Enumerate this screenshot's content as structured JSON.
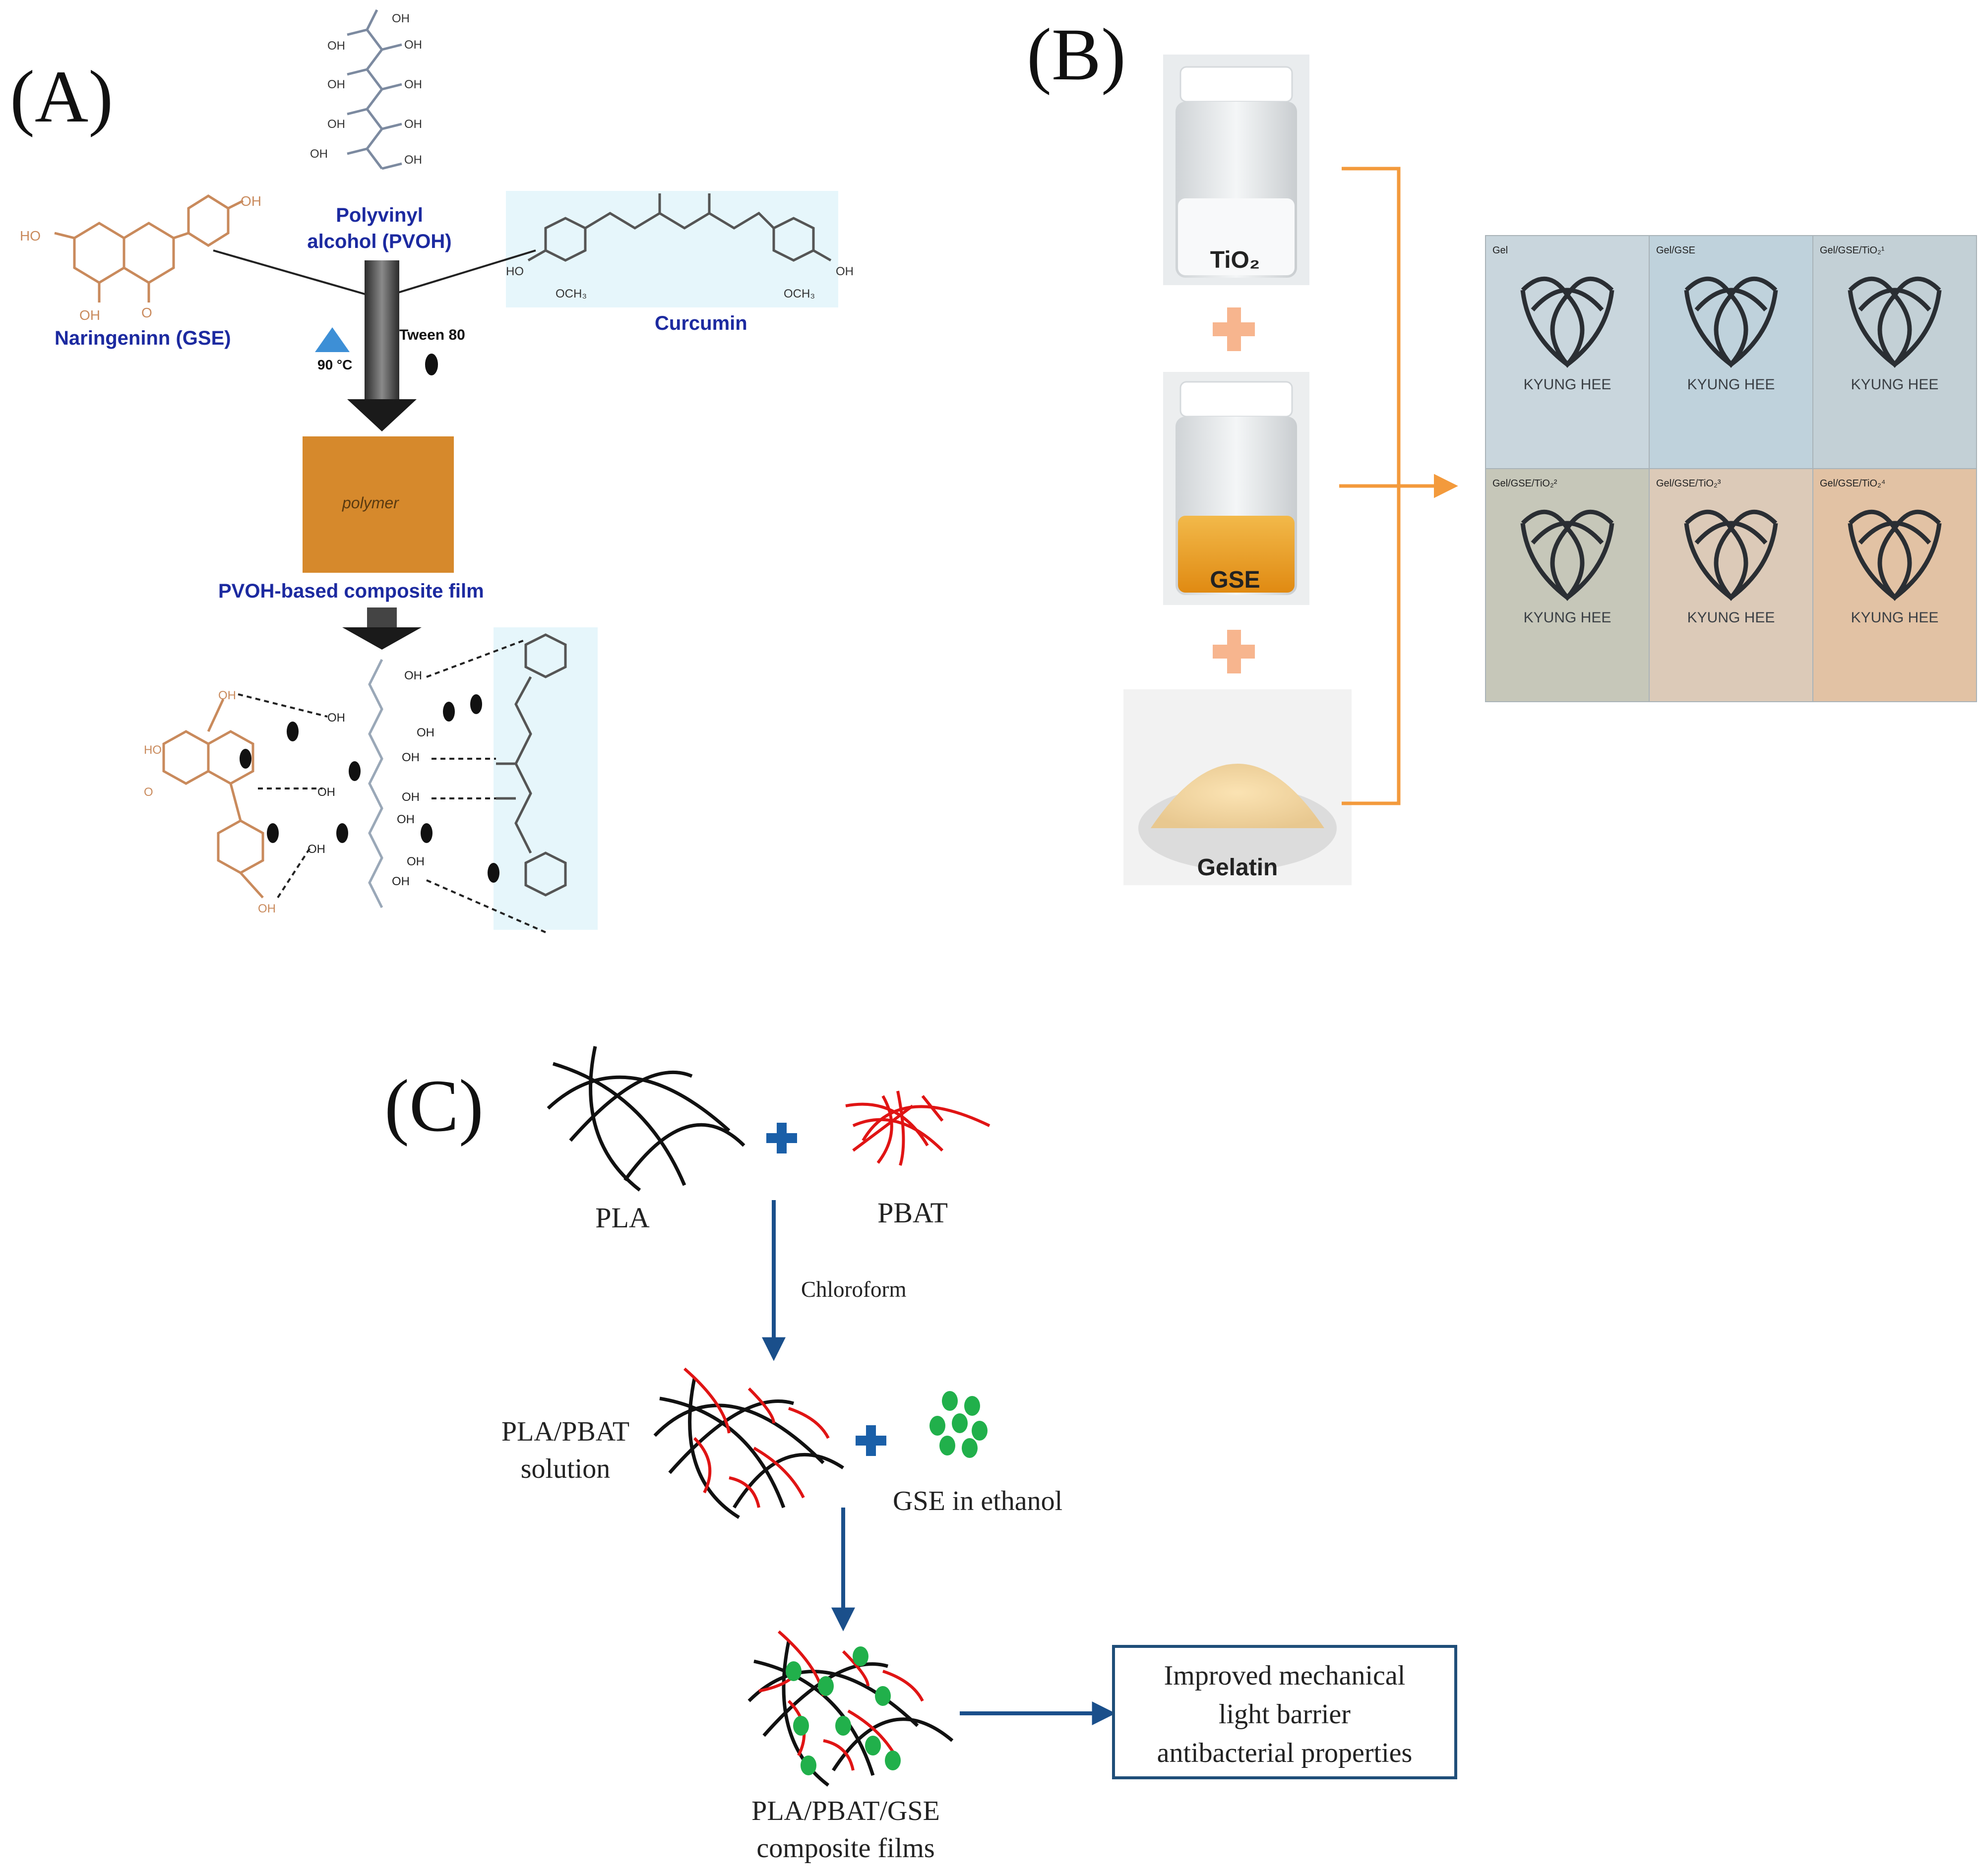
{
  "panel_a": {
    "label": "(A)",
    "pvoh_name": [
      "Polyvinyl",
      "alcohol (PVOH)"
    ],
    "naringenin_name": "Naringeninn (GSE)",
    "curcumin_name": "Curcumin",
    "temperature": "90 °C",
    "surfactant": "Tween 80",
    "film_handwriting": "polymer",
    "film_caption": "PVOH-based composite film",
    "oh": "OH",
    "och3": "OCH₃",
    "ho": "HO"
  },
  "panel_b": {
    "label": "(B)",
    "tio2": "TiO₂",
    "gse": "GSE",
    "gelatin": "Gelatin",
    "film_grid": [
      {
        "name": "Gel",
        "logo": "KYUNG HEE"
      },
      {
        "name": "Gel/GSE",
        "logo": "KYUNG HEE"
      },
      {
        "name": "Gel/GSE/TiO₂¹",
        "logo": "KYUNG HEE"
      },
      {
        "name": "Gel/GSE/TiO₂²",
        "logo": "KYUNG HEE"
      },
      {
        "name": "Gel/GSE/TiO₂³",
        "logo": "KYUNG HEE"
      },
      {
        "name": "Gel/GSE/TiO₂⁴",
        "logo": "KYUNG HEE"
      }
    ]
  },
  "panel_c": {
    "label": "(C)",
    "pla": "PLA",
    "pbat": "PBAT",
    "solvent": "Chloroform",
    "blend_line1": "PLA/PBAT",
    "blend_line2": "solution",
    "gse_ethanol": "GSE in ethanol",
    "composite_line1": "PLA/PBAT/GSE",
    "composite_line2": "composite films",
    "result_lines": [
      "Improved mechanical",
      "light barrier",
      "antibacterial properties"
    ]
  },
  "colors": {
    "navy_text": "#1c2aa0",
    "blue_triangle": "#3d8fd6",
    "orange_bracket": "#f39a3c",
    "plus_orange": "#f7b58e",
    "brown": "#c98a5c",
    "film_orange": "#d6892c",
    "cyan_bg": "#e6f6fb",
    "red_strand": "#e01414",
    "green_dot": "#21b04b",
    "arrow_blue": "#1a4f8b",
    "plus_blue": "#1a5fa8"
  }
}
